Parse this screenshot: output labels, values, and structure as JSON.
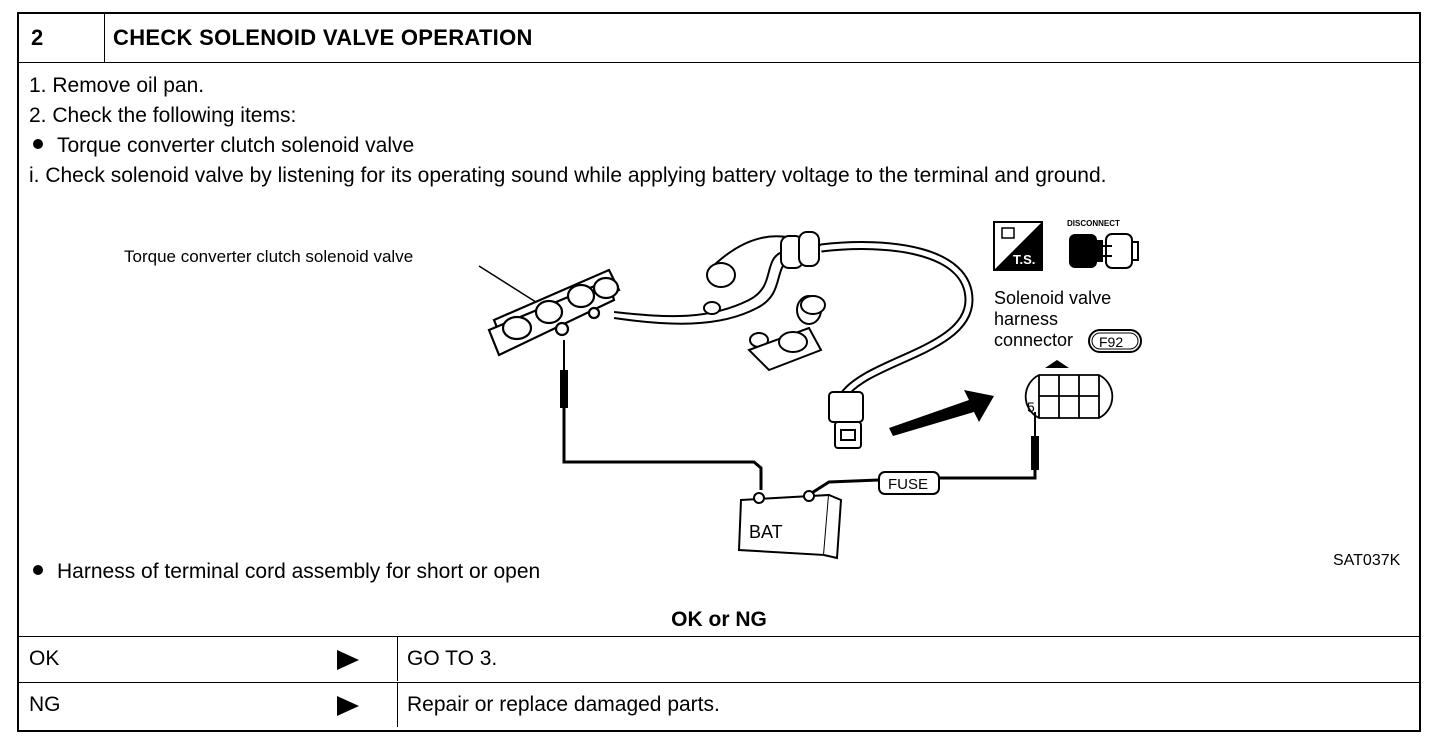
{
  "header": {
    "step": "2",
    "title": "CHECK SOLENOID VALVE OPERATION"
  },
  "instructions": [
    "1.  Remove oil pan.",
    "2.  Check the following items:",
    "Torque converter clutch solenoid valve",
    "i.  Check solenoid valve by listening for its operating sound while applying battery voltage to the terminal and ground."
  ],
  "diagram": {
    "solenoid_label": "Torque converter clutch solenoid valve",
    "connector_label_1": "Solenoid valve",
    "connector_label_2": "harness",
    "connector_label_3": "connector",
    "connector_code": "F92",
    "ts_label": "T.S.",
    "disconnect_label": "DISCONNECT",
    "terminal_number": "5",
    "fuse_label": "FUSE",
    "battery_label": "BAT",
    "figure_code": "SAT037K"
  },
  "bullet_harness": "Harness of terminal cord assembly for short or open",
  "result_label": "OK or NG",
  "results": [
    {
      "condition": "OK",
      "action": "GO TO 3."
    },
    {
      "condition": "NG",
      "action": "Repair or replace damaged parts."
    }
  ]
}
